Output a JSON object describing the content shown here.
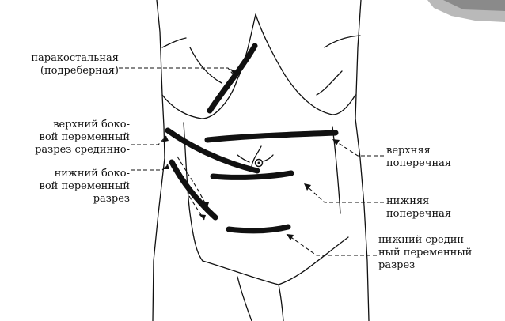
{
  "labels": {
    "paracostal": [
      "паракостальная",
      "(подреберная)"
    ],
    "upper_side": [
      "верхний боко-",
      "вой переменный",
      "разрез срединно-"
    ],
    "lower_side": [
      "нижний боко-",
      "вой переменный",
      "разрез"
    ],
    "upper_transverse": [
      "верхняя",
      "поперечная"
    ],
    "lower_transverse": [
      "нижняя",
      "поперечная"
    ],
    "lower_midline": [
      "нижний средин-",
      "ный переменный",
      "разрез"
    ]
  },
  "colors": {
    "ink": "#111111",
    "background": "#ffffff",
    "corner_shade": "#9a9a9a"
  }
}
